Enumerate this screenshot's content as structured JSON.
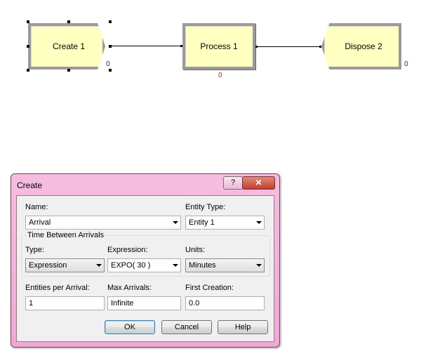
{
  "flowchart": {
    "modules": [
      {
        "label": "Create 1",
        "counter": "0"
      },
      {
        "label": "Process 1",
        "counter": "0"
      },
      {
        "label": "Dispose 2",
        "counter": "0"
      }
    ]
  },
  "dialog": {
    "title": "Create",
    "help_glyph": "?",
    "close_glyph": "✕",
    "name_label": "Name:",
    "name_value": "Arrival",
    "entity_type_label": "Entity Type:",
    "entity_type_value": "Entity 1",
    "group_title": "Time Between Arrivals",
    "type_label": "Type:",
    "type_value": "Expression",
    "expression_label": "Expression:",
    "expression_value": "EXPO( 30 )",
    "units_label": "Units:",
    "units_value": "Minutes",
    "entities_per_arrival_label": "Entities per Arrival:",
    "entities_per_arrival_value": "1",
    "max_arrivals_label": "Max Arrivals:",
    "max_arrivals_value": "Infinite",
    "first_creation_label": "First Creation:",
    "first_creation_value": "0.0",
    "ok_label": "OK",
    "cancel_label": "Cancel",
    "help_label": "Help"
  }
}
